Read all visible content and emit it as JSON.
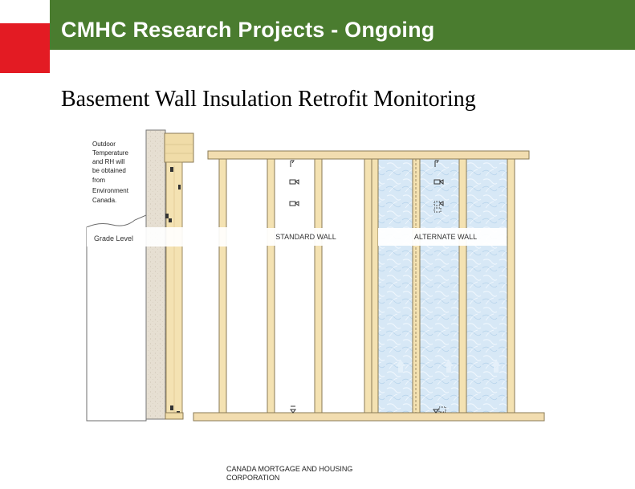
{
  "header": {
    "title": "CMHC Research Projects - Ongoing",
    "bar_color": "#4a7c2f",
    "accent_color": "#e31b23"
  },
  "slide": {
    "subtitle": "Basement Wall Insulation Retrofit Monitoring"
  },
  "diagram": {
    "outdoor_note": [
      "Outdoor",
      "Temperature",
      "and RH will",
      "be obtained",
      "from",
      "Environment",
      "Canada."
    ],
    "grade_label": "Grade Level",
    "standard_wall_label": "STANDARD WALL",
    "alternate_wall_label": "ALTERNATE WALL"
  },
  "footer": {
    "line1": "CANADA MORTGAGE AND HOUSING",
    "line2": "CORPORATION"
  }
}
